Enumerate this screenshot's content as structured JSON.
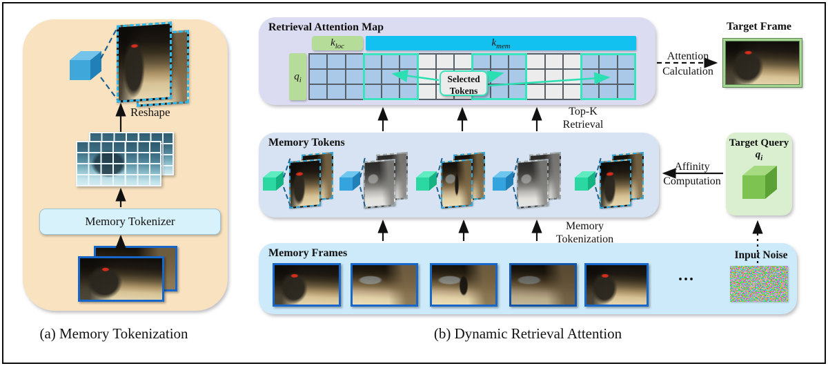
{
  "colors": {
    "panel_a_bg": "#f8e2c0",
    "attention_map_bg": "#dbdcf1",
    "memory_tokens_bg": "#d7e3f2",
    "memory_frames_bg": "#cdeafa",
    "target_query_bg": "#d9efd0",
    "k_loc_green": "#b5dc98",
    "k_mem_cyan": "#12c1ef",
    "cell_blue": "#aac8e8",
    "cell_gray": "#ececec",
    "selection_teal": "#38e3be",
    "frame_border_blue": "#1667c9",
    "target_frame_border_green": "#a6d795",
    "cube_blue": "#35a3de",
    "cube_green": "#2bd8a1",
    "query_cube_green": "#7dc352"
  },
  "panel_a": {
    "caption": "(a) Memory Tokenization",
    "reshape_label": "Reshape",
    "tokenizer_label": "Memory Tokenizer"
  },
  "panel_b": {
    "caption": "(b) Dynamic Retrieval Attention",
    "attention_map": {
      "title": "Retrieval Attention Map",
      "k_loc": {
        "base": "k",
        "sub": "loc"
      },
      "k_mem": {
        "base": "k",
        "sub": "mem"
      },
      "q_i": {
        "base": "q",
        "sub": "i"
      },
      "selected_tokens_label": {
        "line1": "Selected",
        "line2": "Tokens"
      },
      "grid": {
        "rows": 3,
        "groups": [
          {
            "kind": "local",
            "cols": 3
          },
          {
            "kind": "selected",
            "cols": 3
          },
          {
            "kind": "unselected",
            "cols": 3
          },
          {
            "kind": "selected",
            "cols": 3
          },
          {
            "kind": "unselected",
            "cols": 3
          },
          {
            "kind": "selected",
            "cols": 3
          }
        ]
      }
    },
    "top_k_label": {
      "line1": "Top-K",
      "line2": "Retrieval"
    },
    "attention_calc_label": {
      "line1": "Attention",
      "line2": "Calculation"
    },
    "target_frame": {
      "title": "Target Frame"
    },
    "memory_tokens": {
      "title": "Memory Tokens",
      "tokens": [
        {
          "cube": "green",
          "frames": "vivid",
          "scene": "soldier"
        },
        {
          "cube": "blue",
          "frames": "faded",
          "scene": "street"
        },
        {
          "cube": "green",
          "frames": "vivid",
          "scene": "figure"
        },
        {
          "cube": "blue",
          "frames": "faded",
          "scene": "street"
        },
        {
          "cube": "green",
          "frames": "vivid",
          "scene": "soldier"
        }
      ]
    },
    "memory_tokenization_label": {
      "line1": "Memory",
      "line2": "Tokenization"
    },
    "affinity_label": {
      "line1": "Affinity",
      "line2": "Computation"
    },
    "target_query": {
      "title": "Target Query",
      "q_i": {
        "base": "q",
        "sub": "i"
      }
    },
    "memory_frames": {
      "title": "Memory Frames",
      "frames": [
        {
          "scene": "soldier"
        },
        {
          "scene": "street"
        },
        {
          "scene": "figure"
        },
        {
          "scene": "street-dark"
        },
        {
          "scene": "soldier"
        }
      ],
      "ellipsis": "..."
    },
    "input_noise_label": "Input Noise"
  }
}
